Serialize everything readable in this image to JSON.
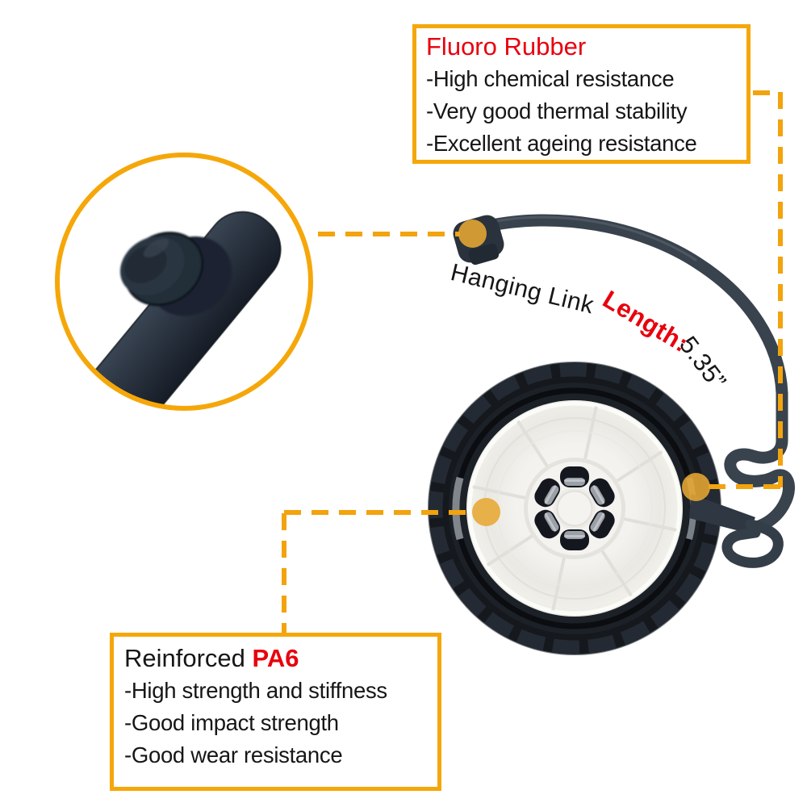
{
  "palette": {
    "accent": "#F5A70A",
    "dash": "#F2A30D",
    "dot": "#E7A733",
    "red": "#E8000D",
    "strap": "#39434D",
    "product_dark": "#15181D",
    "wheel_white": "#F1F0ED"
  },
  "callouts": {
    "fluoro": {
      "title": "Fluoro Rubber",
      "items": [
        "-High chemical resistance",
        "-Very good thermal stability",
        "-Excellent ageing resistance"
      ]
    },
    "pa6": {
      "title_prefix": "Reinforced ",
      "title_emphasis": "PA6",
      "items": [
        "-High strength and stiffness",
        "-Good impact strength",
        "-Good wear resistance"
      ]
    }
  },
  "hanging": {
    "prefix": "Hanging Link ",
    "emphasis": "Length:",
    "value": " 5.35”"
  }
}
